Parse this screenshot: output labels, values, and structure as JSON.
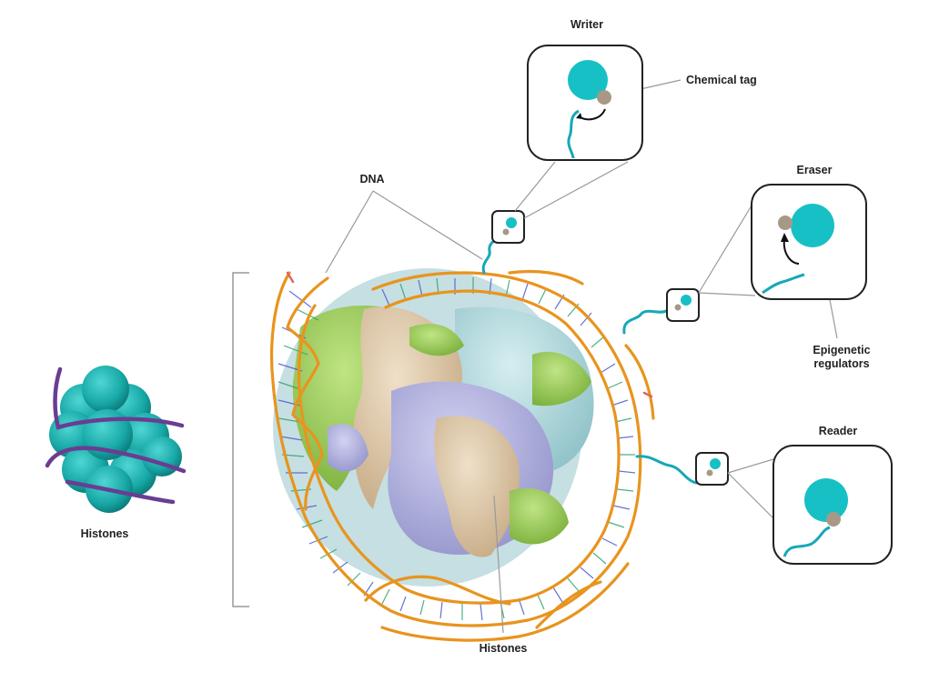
{
  "labels": {
    "writer": "Writer",
    "eraser": "Eraser",
    "reader": "Reader",
    "chemical_tag": "Chemical tag",
    "dna": "DNA",
    "epigenetic_regulators_line1": "Epigenetic",
    "epigenetic_regulators_line2": "regulators",
    "histones_left": "Histones",
    "histones_bottom": "Histones"
  },
  "colors": {
    "teal": "#17c0c4",
    "tag": "#a89888",
    "dna_backbone": "#e8941e",
    "histone_tan": "#dcc6a8",
    "histone_green": "#9ccc5a",
    "histone_lilac": "#b4b4e0",
    "histone_cyan": "#b4dde2",
    "histone_cluster": "#16aaa8",
    "wrap_purple": "#6a3d92",
    "leader_line": "#999999"
  }
}
